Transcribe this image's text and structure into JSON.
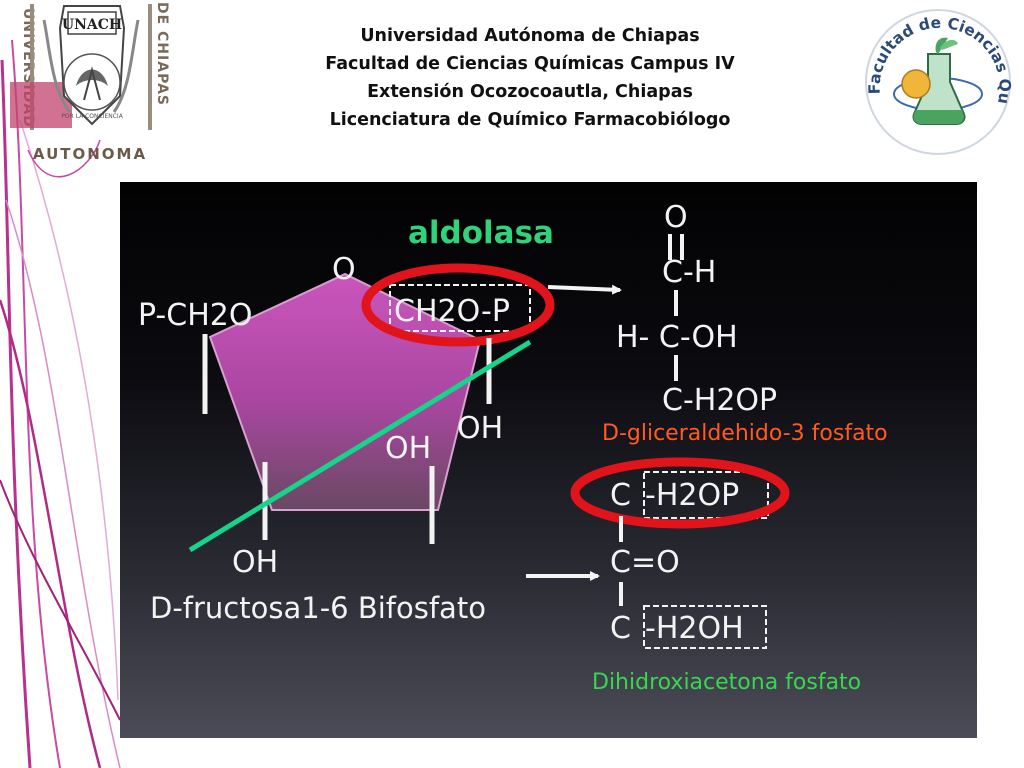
{
  "header": {
    "line1": "Universidad Autónoma de Chiapas",
    "line2": "Facultad de Ciencias Químicas Campus IV",
    "line3": "Extensión Ocozocoautla, Chiapas",
    "line4": "Licenciatura de Químico Farmacobiólogo"
  },
  "logo_left": {
    "left_text": "UNIVERSIDAD",
    "right_text": "DE CHIAPAS",
    "shield_text": "UNACH",
    "motto": "POR LA CONCIENCIA",
    "bottom_text": "AUTONOMA"
  },
  "logo_right": {
    "ring_text": "Facultad de Ciencias Químicas Ocozocoautla"
  },
  "slide": {
    "enzyme": "aldolasa",
    "ring": {
      "ring_o": "O",
      "left_group": "P-CH2O",
      "right_group": "CH2O-P",
      "oh_right": "OH",
      "oh_mid": "OH",
      "oh_bottom": "OH",
      "name": "D-fructosa1-6 Bifosfato"
    },
    "product1": {
      "o_top": "O",
      "c_h": "C-H",
      "h_c_oh": "H- C-OH",
      "c_h2op": "C-H2OP",
      "name": "D-gliceraldehido-3 fosfato"
    },
    "product2": {
      "c": "C",
      "h2op": "-H2OP",
      "c_o": "C=O",
      "c2": "C",
      "h2oh": "-H2OH",
      "name": "Dihidroxiacetona fosfato"
    },
    "colors": {
      "enzyme": "#2fd37a",
      "product1_name": "#ff5a22",
      "product2_name": "#35d84e",
      "circle": "#e0141a",
      "cleave_line": "#16d48a",
      "ring_fill": "#c24fb6"
    }
  }
}
